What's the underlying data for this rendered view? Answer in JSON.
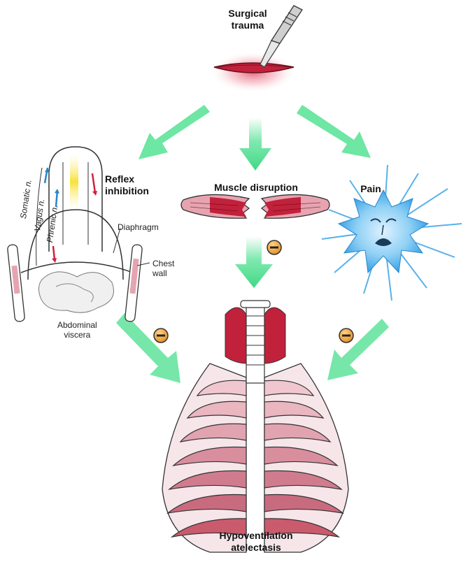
{
  "labels": {
    "surgical_trauma_1": "Surgical",
    "surgical_trauma_2": "trauma",
    "reflex_1": "Reflex",
    "reflex_2": "inhibition",
    "muscle_disruption": "Muscle disruption",
    "pain": "Pain",
    "hypo_1": "Hypoventilation",
    "hypo_2": "atelectasis"
  },
  "anatomy_labels": {
    "somatic": "Somatic n.",
    "vagus": "Vagus n.",
    "phrenic": "Phrenic n.",
    "diaphragm": "Diaphragm",
    "chest_1": "Chest",
    "chest_2": "wall",
    "abdominal_1": "Abdominal",
    "abdominal_2": "viscera"
  },
  "signs": {
    "minus": "−"
  },
  "colors": {
    "arrow": "#5ee39a",
    "muscle": "#c2213b",
    "lung_dark": "#c95b6d",
    "lung_light": "#f1c7cf",
    "pain_blue": "#3da4e6",
    "minus_fill": "#f0a43a"
  }
}
